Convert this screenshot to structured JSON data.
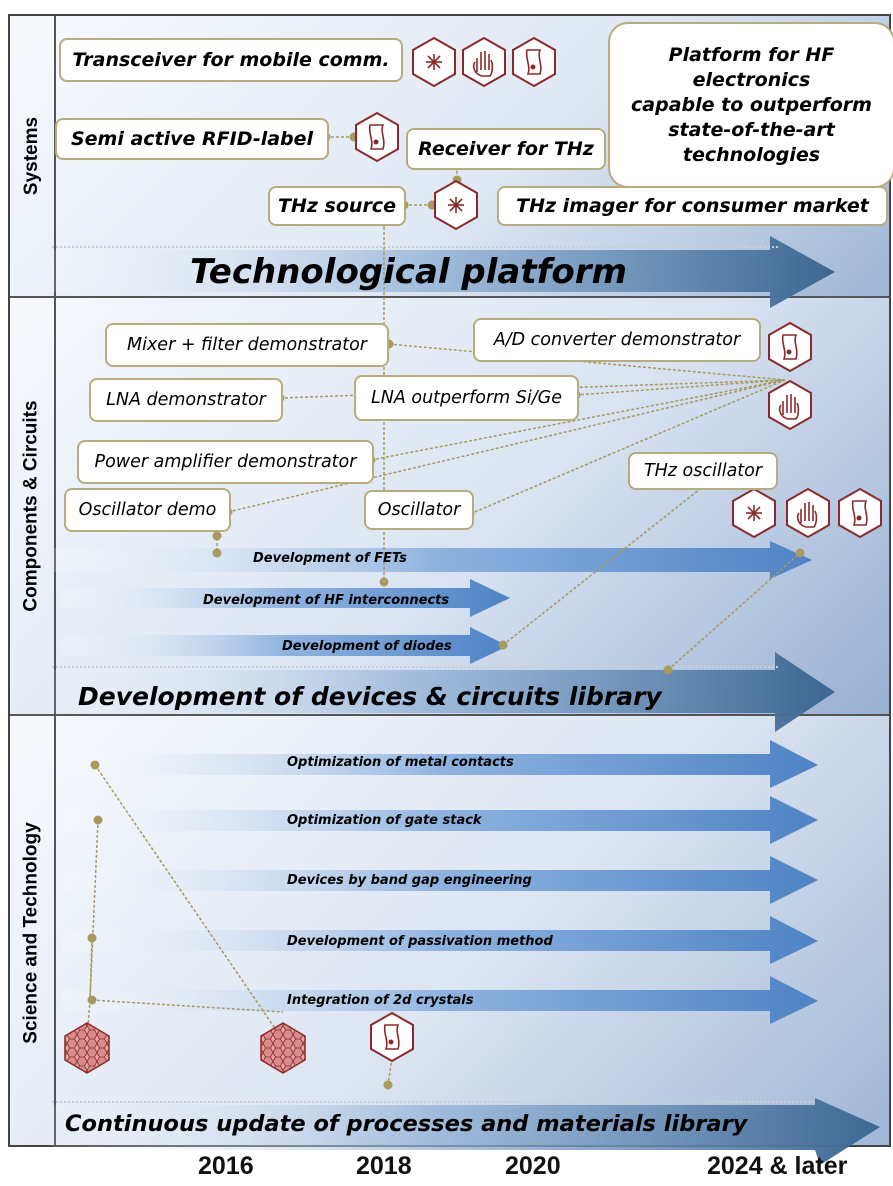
{
  "rows": {
    "systems": "Systems",
    "components": "Components & Circuits",
    "science": "Science and Technology"
  },
  "systems": {
    "transceiver": "Transceiver for mobile comm.",
    "rfid": "Semi active RFID-label",
    "receiver": "Receiver for THz",
    "thz_source": "THz source",
    "thz_imager": "THz imager for consumer market",
    "platform_goal": [
      "Platform for HF",
      "electronics",
      "capable to outperform",
      "state-of-the-art",
      "technologies"
    ],
    "arrow": "Technological platform"
  },
  "components": {
    "mixer": "Mixer + filter demonstrator",
    "adc": "A/D converter demonstrator",
    "lna": "LNA demonstrator",
    "lna_sige": "LNA outperform Si/Ge",
    "power_amp": "Power amplifier demonstrator",
    "osc_demo": "Oscillator demo",
    "osc": "Oscillator",
    "thz_osc": "THz oscillator",
    "fets": "Development of FETs",
    "interconnects": "Development of HF interconnects",
    "diodes": "Development of diodes",
    "arrow": "Development of devices & circuits library"
  },
  "science": {
    "metal": "Optimization of metal contacts",
    "gate": "Optimization of gate stack",
    "bandgap": "Devices by band gap engineering",
    "passivation": "Development of passivation method",
    "crystals": "Integration of 2d crystals",
    "arrow": "Continuous update of processes and materials library"
  },
  "years": [
    "2016",
    "2018",
    "2020",
    "2024 & later"
  ],
  "colors": {
    "box_border": "#b7ac7e",
    "connector": "#a89a5e",
    "arrow_blue": "#4f7fb8",
    "big_arrow": "#3f6a94",
    "icon_red": "#8a2a2a"
  }
}
